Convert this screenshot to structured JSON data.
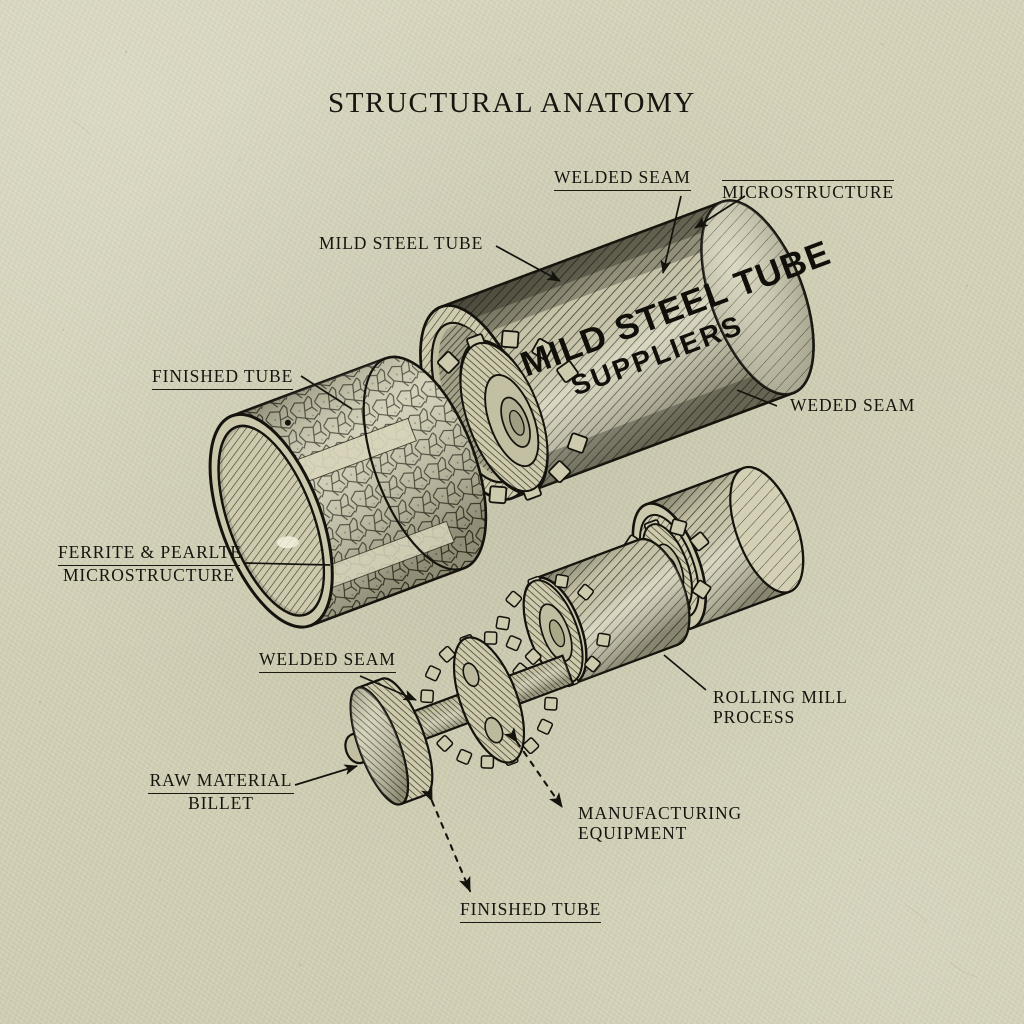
{
  "page": {
    "title": "STRUCTURAL ANATOMY",
    "background_color": "#d5d3b9",
    "ink_color": "#1b1a12",
    "style": "vintage engraved technical exploded-view illustration"
  },
  "tube_branding": {
    "line1": "MILD STEEL TUBE",
    "line2": "SUPPLIERS"
  },
  "labels": {
    "welded_seam_top": "WELDED SEAM",
    "microstructure": "MICROSTRUCTURE",
    "mild_steel_tube": "MILD STEEL TUBE",
    "finished_tube_left": "FINISHED TUBE",
    "weded_seam_right": "WEDED SEAM",
    "ferrite_line1": "FERRITE & PEARLTE",
    "ferrite_line2": "MICROSTRUCTURE",
    "welded_seam_lower": "WELDED SEAM",
    "rolling_mill_line1": "ROLLING MILL",
    "rolling_mill_line2": "PROCESS",
    "raw_material_line1": "RAW MATERIAL",
    "raw_material_line2": "BILLET",
    "manufacturing_line1": "MANUFACTURING",
    "manufacturing_line2": "EQUIPMENT",
    "finished_tube_bottom": "FINISHED TUBE"
  },
  "parts": [
    {
      "name": "main-tube",
      "description": "large hatched cylinder with splined gear hub at near opening"
    },
    {
      "name": "finished-tube-ring",
      "description": "short ring section showing ferrite and pearlite grain microstructure band"
    },
    {
      "name": "small-roller",
      "description": "short cylinder with toothed gear hub on shaft"
    },
    {
      "name": "mid-roller",
      "description": "hatched cylinder on shaft with gear collar"
    },
    {
      "name": "gear-flange",
      "description": "toothed flange disc with two bolt holes on shaft"
    },
    {
      "name": "billet-disc",
      "description": "plain disc on shaft end"
    },
    {
      "name": "billet-shaft",
      "description": "raw material billet rod"
    }
  ]
}
